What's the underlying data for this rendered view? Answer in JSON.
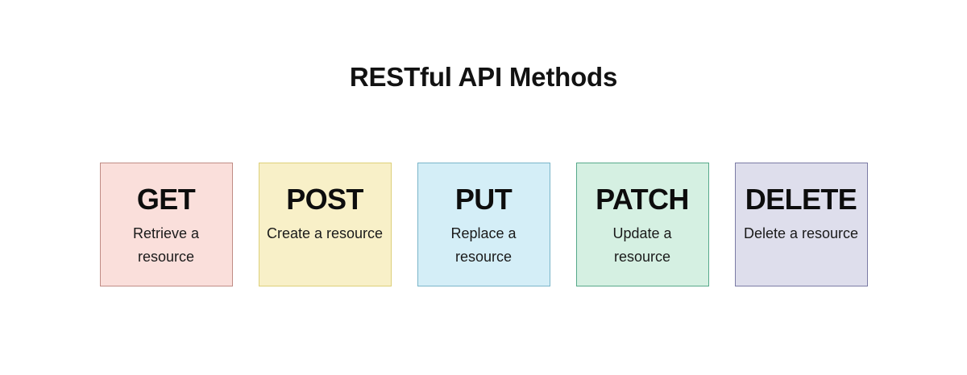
{
  "page": {
    "title": "RESTful API Methods",
    "background_color": "#ffffff",
    "title_color": "#121212"
  },
  "methods": [
    {
      "name": "GET",
      "description": "Retrieve a resource",
      "fill_color": "#fadfdb",
      "border_color": "#c08c85"
    },
    {
      "name": "POST",
      "description": "Create a resource",
      "fill_color": "#f8f0c8",
      "border_color": "#ddd07a"
    },
    {
      "name": "PUT",
      "description": "Replace a resource",
      "fill_color": "#d4eef7",
      "border_color": "#7ab5c9"
    },
    {
      "name": "PATCH",
      "description": "Update a resource",
      "fill_color": "#d5f0e2",
      "border_color": "#57a98a"
    },
    {
      "name": "DELETE",
      "description": "Delete a resource",
      "fill_color": "#dedeec",
      "border_color": "#7b7ba5"
    }
  ]
}
